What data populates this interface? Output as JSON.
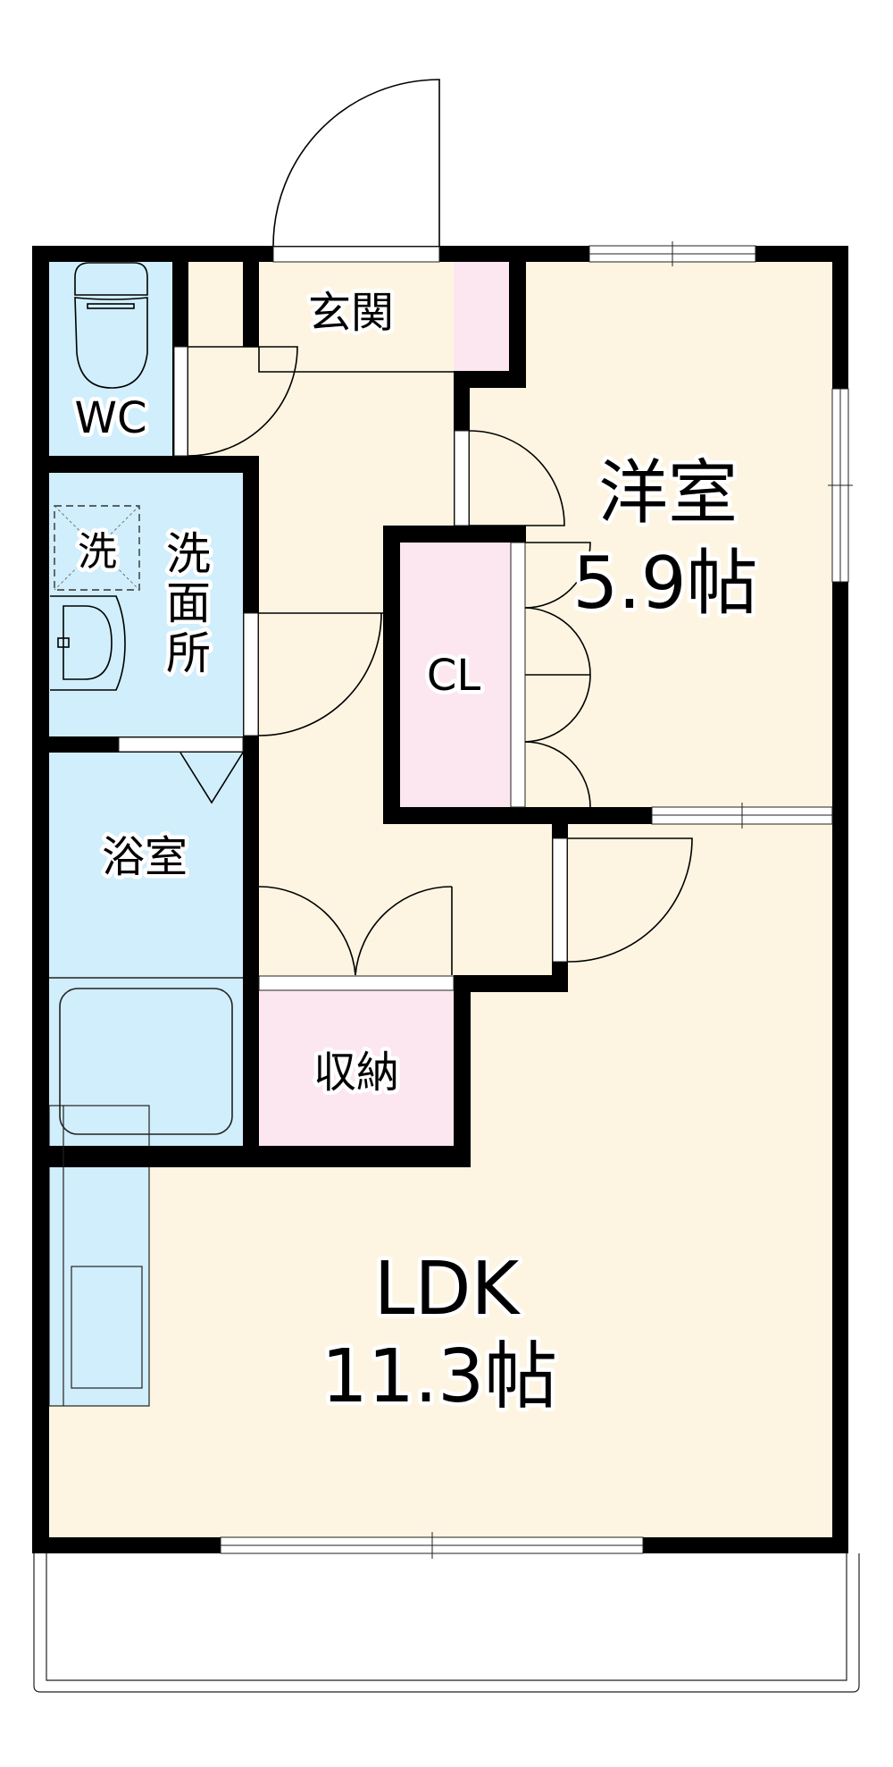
{
  "plan": {
    "colors": {
      "wall": "#000000",
      "living_floor": "#fdf5e2",
      "wet_area": "#d0eefb",
      "storage": "#fce6ef",
      "opening": "#ffffff"
    },
    "rooms": {
      "wc": {
        "label": "WC"
      },
      "genkan": {
        "label": "玄関"
      },
      "western_room": {
        "label": "洋室",
        "area": "5.9帖"
      },
      "washroom": {
        "label_lines": [
          "洗",
          "面",
          "所"
        ],
        "washer_label": "洗"
      },
      "closet": {
        "label": "CL"
      },
      "bathroom": {
        "label": "浴室"
      },
      "storage": {
        "label": "収納"
      },
      "ldk": {
        "label": "LDK",
        "area": "11.3帖"
      }
    }
  }
}
